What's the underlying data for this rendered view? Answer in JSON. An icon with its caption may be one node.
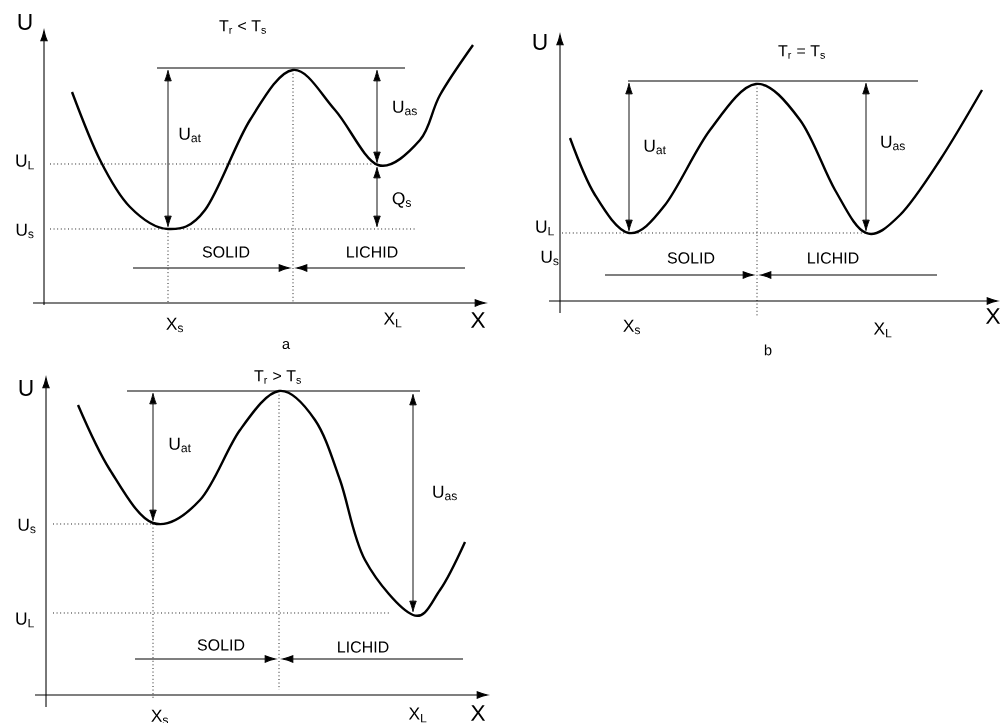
{
  "diagram": {
    "labels": [
      "U",
      "T$_{r}$ < T$_{s}$",
      "U$_{at}$",
      "U$_{as}$",
      "U$_{L}$",
      "Q$_{s}$",
      "U$_{s}$",
      "SOLID",
      "LICHID",
      "X$_{s}$",
      "X$_{L}$",
      "X",
      "a",
      "U",
      "T$_{r}$ = T$_{s}$",
      "U$_{at}$",
      "U$_{as}$",
      "U$_{L}$",
      "U$_{s}$",
      "SOLID",
      "LICHID",
      "X$_{s}$",
      "X$_{L}$",
      "X",
      "b",
      "U",
      "T$_{r}$ > T$_{s}$",
      "U$_{at}$",
      "U$_{as}$",
      "U$_{s}$",
      "U$_{L}$",
      "SOLID",
      "LICHID",
      "X$_{s}$",
      "X$_{L}$",
      "X"
    ]
  }
}
